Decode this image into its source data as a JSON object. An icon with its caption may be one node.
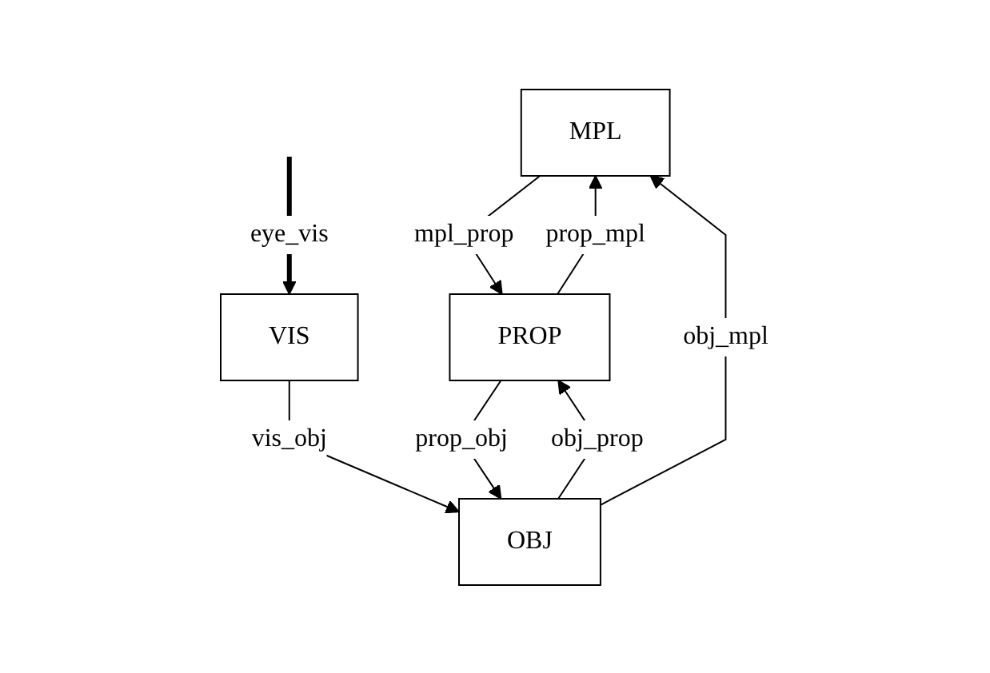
{
  "diagram": {
    "nodes": [
      {
        "text": [
          "MPL"
        ]
      },
      {
        "text": [
          "PROP"
        ]
      },
      {
        "text": [
          "VIS"
        ]
      },
      {
        "text": [
          "OBJ"
        ]
      }
    ],
    "edges": [
      {
        "from": 0,
        "to": 1,
        "arrow": "to",
        "label": "mpl_prop"
      },
      {
        "from": 1,
        "to": 0,
        "arrow": "to",
        "label": "prop_mpl"
      },
      {
        "from": 3,
        "to": 0,
        "arrow": "to",
        "label": "obj_mpl"
      },
      {
        "from": 1,
        "to": 3,
        "arrow": "to",
        "label": "prop_obj"
      },
      {
        "from": 3,
        "to": 1,
        "arrow": "to",
        "label": "obj_prop"
      },
      {
        "from": null,
        "to": 2,
        "arrow": "to",
        "label": "eye_vis",
        "style": "thick"
      },
      {
        "from": 2,
        "to": 3,
        "arrow": "to",
        "label": "vis_obj"
      }
    ]
  }
}
